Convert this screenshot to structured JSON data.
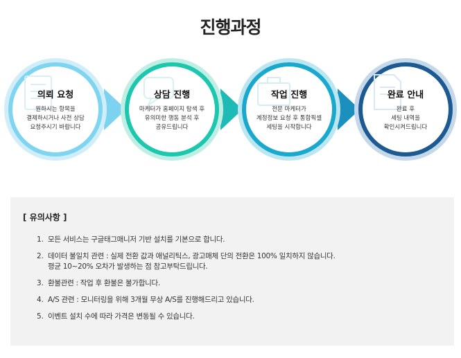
{
  "page": {
    "title": "진행과정"
  },
  "steps": [
    {
      "title": "의뢰 요청",
      "desc": "원하시는 항목을\n결제하시거나 사전 상담\n요청주시기 바랍니다",
      "icon": "document-pen-icon",
      "color": "#5bc7ea"
    },
    {
      "title": "상담 진행",
      "desc": "마케터가 홈페이지 탐색 후\n유의미한 행동 분석 후\n공유드립니다",
      "icon": "speech-bubble-icon",
      "color": "#19c0b0"
    },
    {
      "title": "작업 진행",
      "desc": "전문 마케터가\n계정정보 요청 후 통합픽셀\n세팅을 시작합니다",
      "icon": "briefcase-icon",
      "color": "#17a9c9"
    },
    {
      "title": "완료 안내",
      "desc": "완료 후\n세팅 내역을\n확인시켜드립니다",
      "icon": "document-icon",
      "color": "#1d5a92"
    }
  ],
  "notice": {
    "title": "[ 유의사항 ]",
    "items": [
      {
        "num": "1.",
        "text": "모든 서비스는 구글태그매니저 기반 설치를 기본으로 합니다."
      },
      {
        "num": "2.",
        "text": "데이터 불일치 관련 : 실제 전환 값과 애널리틱스, 광고매체 단의 전환은 100% 일치하지 않습니다.\n평균 10~20% 오차가 발생하는 점 참고부탁드립니다."
      },
      {
        "num": "3.",
        "text": "환불관련 : 작업 후 환불은 불가합니다."
      },
      {
        "num": "4.",
        "text": "A/S 관련 : 모니터링을 위해 3개월 무상 A/S를 진행해드리고 있습니다."
      },
      {
        "num": "5.",
        "text": "이벤트 설치 수에 따라 가격은 변동될 수 있습니다."
      }
    ]
  }
}
